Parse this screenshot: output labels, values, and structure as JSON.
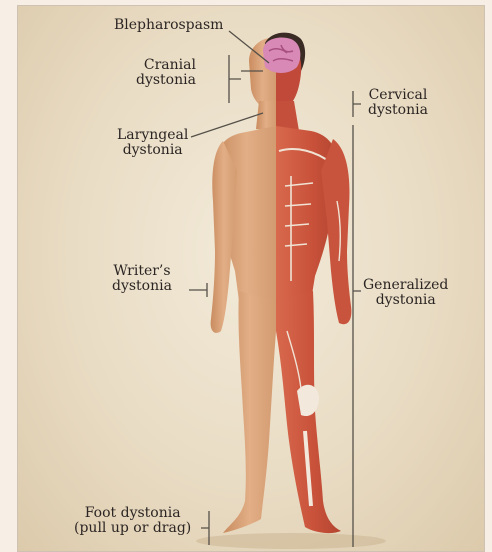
{
  "figure": {
    "labels": {
      "blepharospasm": "Blepharospasm",
      "cranial": [
        "Cranial",
        "dystonia"
      ],
      "cervical": [
        "Cervical",
        "dystonia"
      ],
      "laryngeal": [
        "Laryngeal",
        "dystonia"
      ],
      "writers": [
        "Writer’s",
        "dystonia"
      ],
      "generalized": [
        "Generalized",
        "dystonia"
      ],
      "foot": [
        "Foot dystonia",
        "(pull up or drag)"
      ]
    },
    "colors": {
      "background": "#e9dcc4",
      "skin": "#dba57a",
      "muscle": "#c9563e",
      "tendon": "#f2e8dc",
      "brain": "#d889b6",
      "line": "#555049"
    }
  }
}
